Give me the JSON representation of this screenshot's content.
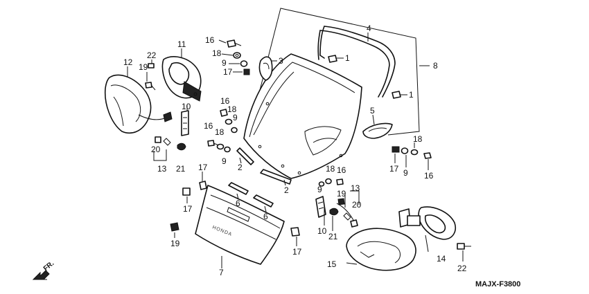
{
  "diagram_code": "MAJX-F3800",
  "front_marker": "FR.",
  "windscreen_emboss": "HONDA",
  "callouts": {
    "c1a": "1",
    "c1b": "1",
    "c2a": "2",
    "c2b": "2",
    "c3": "3",
    "c4": "4",
    "c5": "5",
    "c6a": "6",
    "c6b": "6",
    "c7": "7",
    "c8": "8",
    "c9a": "9",
    "c9b": "9",
    "c9c": "9",
    "c9d": "9",
    "c9e": "9",
    "c10a": "10",
    "c10b": "10",
    "c11": "11",
    "c12": "12",
    "c13a": "13",
    "c13b": "13",
    "c14": "14",
    "c15": "15",
    "c16a": "16",
    "c16b": "16",
    "c16c": "16",
    "c16d": "16",
    "c16e": "16",
    "c17a": "17",
    "c17b": "17",
    "c17c": "17",
    "c17d": "17",
    "c17e": "17",
    "c18a": "18",
    "c18b": "18",
    "c18c": "18",
    "c18d": "18",
    "c18e": "18",
    "c19a": "19",
    "c19b": "19",
    "c19c": "19",
    "c20a": "20",
    "c20b": "20",
    "c21a": "21",
    "c21b": "21",
    "c22a": "22",
    "c22b": "22"
  }
}
